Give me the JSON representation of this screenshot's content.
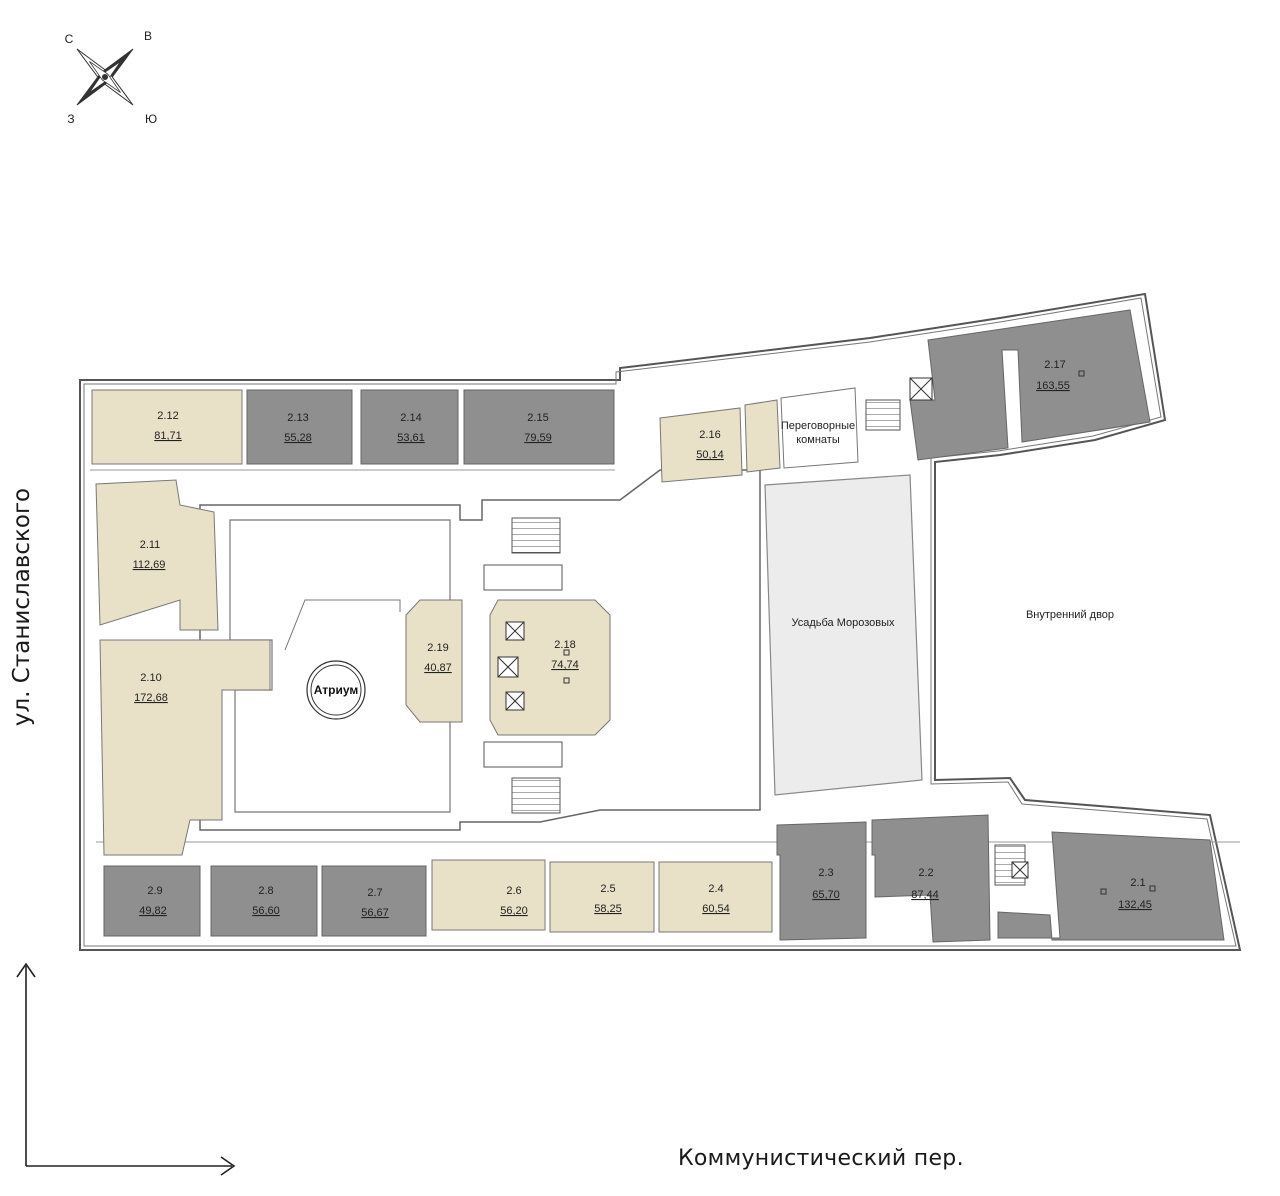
{
  "compass": {
    "north": "С",
    "east": "В",
    "south": "Ю",
    "west": "З"
  },
  "streets": {
    "left": "ул. Станиславского",
    "bottom": "Коммунистический пер."
  },
  "colors": {
    "available": "#e8e1c8",
    "occupied": "#8f8f8f",
    "estate": "#ececec",
    "wall": "#555555"
  },
  "rooms": [
    {
      "id": "2.12",
      "area": "81,71",
      "status": "available"
    },
    {
      "id": "2.13",
      "area": "55,28",
      "status": "occupied"
    },
    {
      "id": "2.14",
      "area": "53,61",
      "status": "occupied"
    },
    {
      "id": "2.15",
      "area": "79,59",
      "status": "occupied"
    },
    {
      "id": "2.16",
      "area": "50,14",
      "status": "available"
    },
    {
      "id": "2.17",
      "area": "163,55",
      "status": "occupied"
    },
    {
      "id": "2.11",
      "area": "112,69",
      "status": "available"
    },
    {
      "id": "2.10",
      "area": "172,68",
      "status": "available"
    },
    {
      "id": "2.19",
      "area": "40,87",
      "status": "available"
    },
    {
      "id": "2.18",
      "area": "74,74",
      "status": "available"
    },
    {
      "id": "2.9",
      "area": "49,82",
      "status": "occupied"
    },
    {
      "id": "2.8",
      "area": "56,60",
      "status": "occupied"
    },
    {
      "id": "2.7",
      "area": "56,67",
      "status": "occupied"
    },
    {
      "id": "2.6",
      "area": "56,20",
      "status": "available"
    },
    {
      "id": "2.5",
      "area": "58,25",
      "status": "available"
    },
    {
      "id": "2.4",
      "area": "60,54",
      "status": "available"
    },
    {
      "id": "2.3",
      "area": "65,70",
      "status": "occupied"
    },
    {
      "id": "2.2",
      "area": "87,44",
      "status": "occupied"
    },
    {
      "id": "2.1",
      "area": "132,45",
      "status": "occupied"
    }
  ],
  "labels": {
    "meeting_line1": "Переговорные",
    "meeting_line2": "комнаты",
    "estate": "Усадьба Морозовых",
    "courtyard": "Внутренний двор",
    "atrium": "Атриум"
  }
}
